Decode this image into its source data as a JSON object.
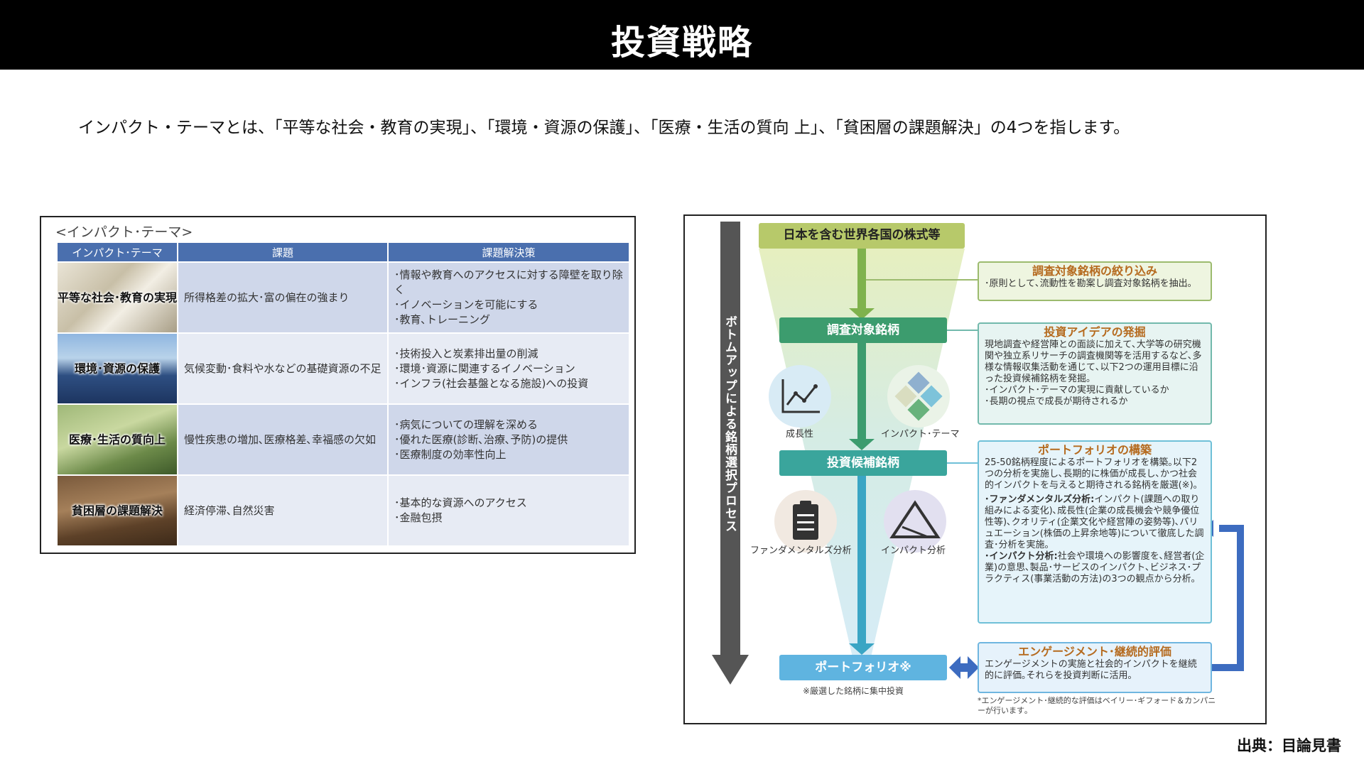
{
  "header": {
    "title": "投資戦略"
  },
  "description": "インパクト・テーマとは、「平等な社会・教育の実現」、「環境・資源の保護」、「医療・生活の質向 上」、「貧困層の課題解決」の4つを指します。",
  "left_figure": {
    "heading": "<インパクト･テーマ>",
    "columns": [
      "インパクト･テーマ",
      "課題",
      "課題解決策"
    ],
    "rows": [
      {
        "theme": "平等な社会･教育の実現",
        "issue": "所得格差の拡大･富の偏在の強まり",
        "solutions": [
          "･情報や教育へのアクセスに対する障壁を取り除く",
          "･イノベーションを可能にする",
          "･教育､トレーニング"
        ]
      },
      {
        "theme": "環境･資源の保護",
        "issue": "気候変動･食料や水などの基礎資源の不足",
        "solutions": [
          "･技術投入と炭素排出量の削減",
          "･環境･資源に関連するイノベーション",
          "･インフラ(社会基盤となる施設)への投資"
        ]
      },
      {
        "theme": "医療･生活の質向上",
        "issue": "慢性疾患の増加､医療格差､幸福感の欠如",
        "solutions": [
          "･病気についての理解を深める",
          "･優れた医療(診断､治療､予防)の提供",
          "･医療制度の効率性向上"
        ]
      },
      {
        "theme": "貧困層の課題解決",
        "issue": "経済停滞､自然災害",
        "solutions": [
          "･基本的な資源へのアクセス",
          "･金融包摂"
        ]
      }
    ]
  },
  "right_figure": {
    "vertical_label": "ボトムアップによる銘柄選択プロセス",
    "stages": {
      "top": "日本を含む世界各国の株式等",
      "research": "調査対象銘柄",
      "candidates": "投資候補銘柄",
      "portfolio": "ポートフォリオ※"
    },
    "icons": {
      "growth": "成長性",
      "impact_theme": "インパクト･テーマ",
      "fundamental": "ファンダメンタルズ分析",
      "impact_analysis": "インパクト分析"
    },
    "portfolio_note": "※厳選した銘柄に集中投資",
    "boxes": {
      "narrowing": {
        "title": "調査対象銘柄の絞り込み",
        "text": "･原則として､流動性を勘案し調査対象銘柄を抽出｡"
      },
      "ideas": {
        "title": "投資アイデアの発掘",
        "text": "現地調査や経営陣との面談に加えて､大学等の研究機関や独立系リサーチの調査機関等を活用するなど､多様な情報収集活動を通じて､以下2つの運用目標に沿った投資候補銘柄を発掘｡",
        "bullets": [
          "･インパクト･テーマの実現に貢献しているか",
          "･長期の視点で成長が期待されるか"
        ]
      },
      "construction": {
        "title": "ポートフォリオの構築",
        "text": "25-50銘柄程度によるポートフォリオを構築｡以下2つの分析を実施し､長期的に株価が成長し､かつ社会的インパクトを与えると期待される銘柄を厳選(※)｡",
        "fundamental_label": "･ファンダメンタルズ分析:",
        "fundamental_text": "インパクト(課題への取り組みによる変化)､成長性(企業の成長機会や競争優位性等)､クオリティ(企業文化や経営陣の姿勢等)､バリュエーション(株価の上昇余地等)について徹底した調査･分析を実施｡",
        "impact_label": "･インパクト分析:",
        "impact_text": "社会や環境への影響度を､経営者(企業)の意思､製品･サービスのインパクト､ビジネス･プラクティス(事業活動の方法)の3つの観点から分析｡"
      },
      "engagement": {
        "title": "エンゲージメント･継続的評価",
        "text": "エンゲージメントの実施と社会的インパクトを継続的に評価｡それらを投資判断に活用｡"
      }
    },
    "footnote": "*エンゲージメント･継続的な評価はベイリー･ギフォード＆カンパニーが行います｡"
  },
  "source": "出典：目論見書"
}
